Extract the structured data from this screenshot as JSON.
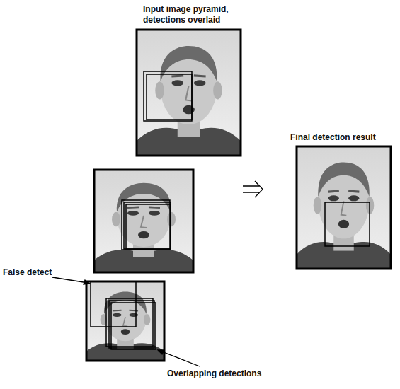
{
  "diagram": {
    "labels": [
      "Input image pyramid, detections overlaid",
      "Final detection result",
      "False detect",
      "Overlapping detections"
    ]
  }
}
